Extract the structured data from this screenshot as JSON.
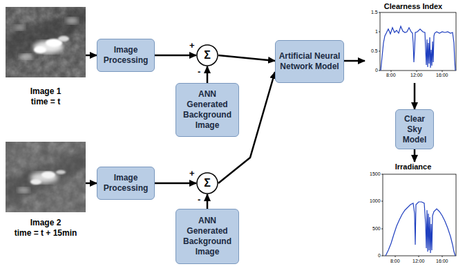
{
  "diagram": {
    "nodes": [
      {
        "text": [
          "Image 1",
          "time = t"
        ]
      },
      {
        "text": [
          "Image Processing"
        ]
      },
      {
        "text": [
          "Σ"
        ]
      },
      {
        "text": [
          "ANN Generated Background Image"
        ]
      },
      {
        "text": [
          "Image 2",
          "time = t + 15min"
        ]
      },
      {
        "text": [
          "Image Processing"
        ]
      },
      {
        "text": [
          "Σ"
        ]
      },
      {
        "text": [
          "ANN Generated Background Image"
        ]
      },
      {
        "text": [
          "Artificial Neural Network Model"
        ]
      },
      {
        "text": [
          "Clearness Index"
        ]
      },
      {
        "text": [
          "Clear Sky Model"
        ]
      },
      {
        "text": [
          "Irradiance"
        ]
      }
    ],
    "edges": [
      {
        "from": 0,
        "to": 1,
        "arrow": "to"
      },
      {
        "from": 1,
        "to": 2,
        "arrow": "to"
      },
      {
        "from": 3,
        "to": 2,
        "arrow": "to"
      },
      {
        "from": 2,
        "to": 8,
        "arrow": "to"
      },
      {
        "from": 4,
        "to": 5,
        "arrow": "to"
      },
      {
        "from": 5,
        "to": 6,
        "arrow": "to"
      },
      {
        "from": 7,
        "to": 6,
        "arrow": "to"
      },
      {
        "from": 6,
        "to": 8,
        "arrow": "to"
      },
      {
        "from": 8,
        "to": 9,
        "arrow": "to"
      },
      {
        "from": 9,
        "to": 10,
        "arrow": "to"
      },
      {
        "from": 10,
        "to": 11,
        "arrow": "to"
      }
    ],
    "labels": [
      "+",
      "-",
      "+",
      "-",
      "1.5",
      "1",
      "0.5",
      "0",
      "8:00",
      "12:00",
      "16:00",
      "1500",
      "1000",
      "500",
      "0",
      "8:00",
      "12:00",
      "16:00"
    ]
  }
}
